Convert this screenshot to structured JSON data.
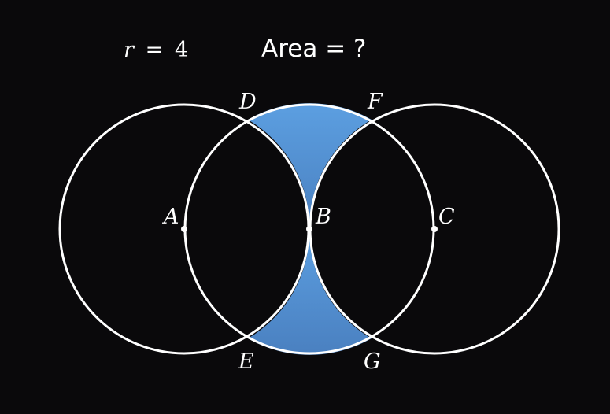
{
  "radius_label": "r = 4",
  "radius_symbol": "r",
  "radius_equals": "=",
  "radius_value": "4",
  "question": "Area = ?",
  "points": {
    "A": "A",
    "B": "B",
    "C": "C",
    "D": "D",
    "E": "E",
    "F": "F",
    "G": "G"
  },
  "colors": {
    "background": "#0a090b",
    "stroke": "#ffffff",
    "shaded_top": "#5b9ee0",
    "shaded_bottom": "#4a82c2"
  }
}
